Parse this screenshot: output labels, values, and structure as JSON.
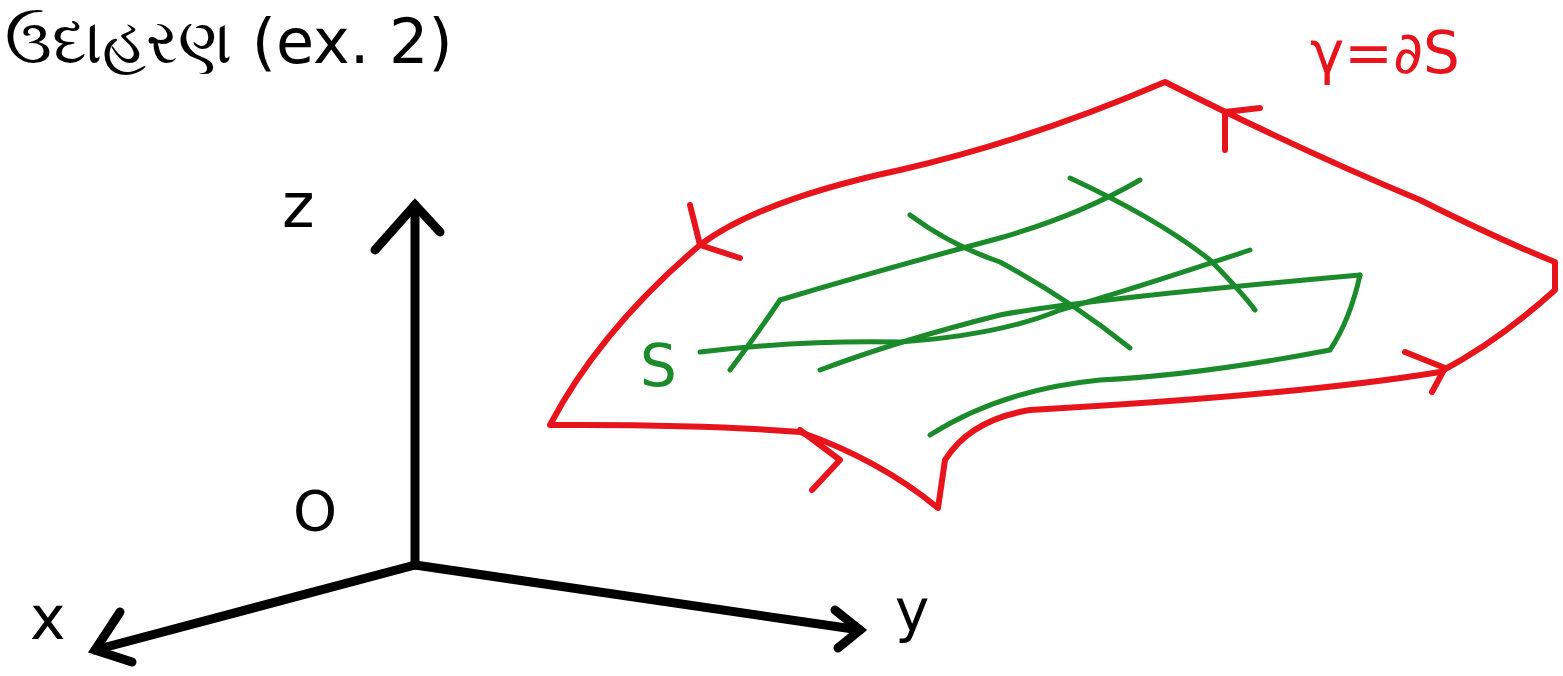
{
  "diagram": {
    "labels": [
      "ઉદાહરણ (ex. 2)",
      "z",
      "O",
      "x",
      "y",
      "S",
      "γ=∂S"
    ]
  }
}
